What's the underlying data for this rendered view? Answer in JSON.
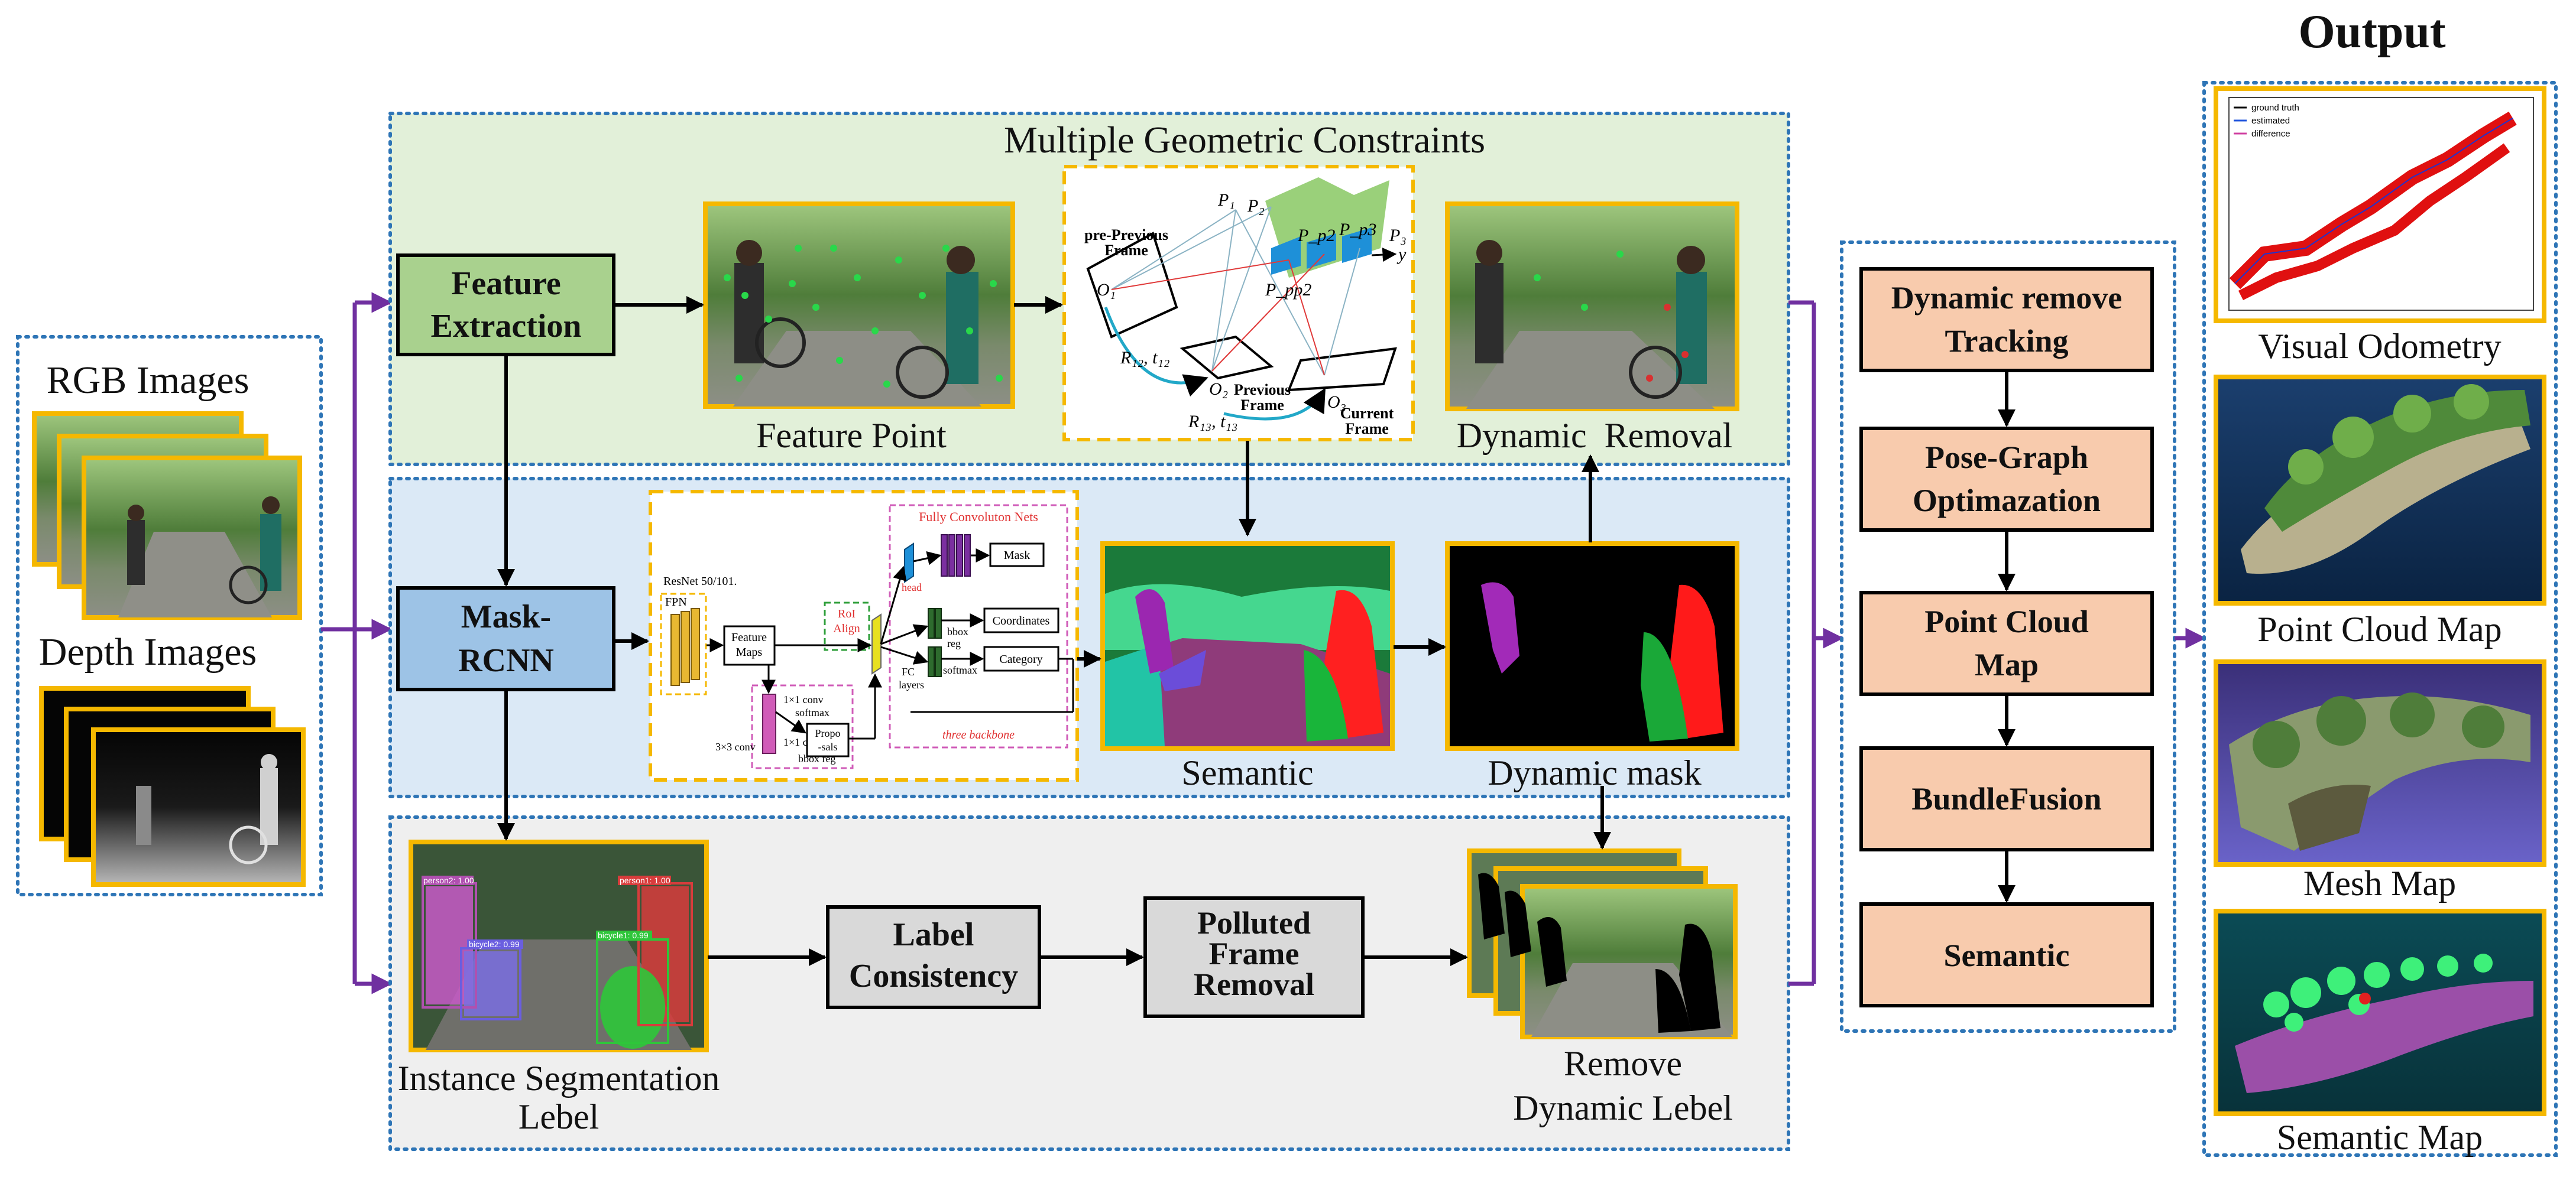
{
  "output_title": "Output",
  "inputs": {
    "rgb_label": "RGB Images",
    "depth_label": "Depth Images"
  },
  "geometric": {
    "title": "Multiple Geometric Constraints",
    "feature_extraction": [
      "Feature",
      "Extraction"
    ],
    "feature_point_label": "Feature Point",
    "dynamic_removal_label": "Dynamic  Removal",
    "diagram": {
      "p1": "P₁",
      "p2": "P₂",
      "pp2": "P_p2",
      "pp3": "P_p3",
      "p3": "P₃",
      "pp2b": "P_pp2",
      "y": "y",
      "o1": "O₁",
      "o2": "O₂",
      "o3": "O₃",
      "pre_previous": [
        "pre-Previous",
        "Frame"
      ],
      "previous": [
        "Previous",
        "Frame"
      ],
      "current": [
        "Current",
        "Frame"
      ],
      "r12": "R₁₂, t₁₂",
      "r13": "R₁₃, t₁₃"
    }
  },
  "semantic_row": {
    "mask_rcnn": [
      "Mask-",
      "RCNN"
    ],
    "semantic_label": "Semantic",
    "dynamic_mask_label": "Dynamic mask",
    "net": {
      "backbone": "ResNet 50/101.",
      "fpn": "FPN",
      "feature_maps": [
        "Feature",
        "Maps"
      ],
      "conv33": "3×3 conv",
      "conv11a": "1×1 conv",
      "softmax_a": "softmax",
      "conv11b": "1×1 conv",
      "proposals": [
        "Propo",
        "-sals"
      ],
      "bbox_reg_a": "bbox reg",
      "roi_align": [
        "RoI",
        "Align"
      ],
      "fcn_title": "Fully Convoluton Nets",
      "head": "head",
      "mask": "Mask",
      "fc_layers": [
        "FC",
        "layers"
      ],
      "bbox_reg_b": [
        "bbox",
        "reg"
      ],
      "softmax_b": "softmax",
      "coordinates": "Coordinates",
      "category": "Category",
      "three_backbone": "three backbone"
    }
  },
  "label_row": {
    "instance_seg_label": [
      "Instance Segmentation",
      "Lebel"
    ],
    "label_consistency": [
      "Label",
      "Consistency"
    ],
    "polluted_removal": [
      "Polluted",
      "Frame",
      "Removal"
    ],
    "remove_dynamic_label": [
      "Remove",
      "Dynamic Lebel"
    ],
    "detections": [
      {
        "text": "person2: 1.00"
      },
      {
        "text": "bicycle2: 0.99"
      },
      {
        "text": "person1: 1.00"
      },
      {
        "text": "bicycle1: 0.99"
      }
    ]
  },
  "pipeline": [
    {
      "lines": [
        "Dynamic remove",
        "Tracking"
      ]
    },
    {
      "lines": [
        "Pose-Graph",
        "Optimazation"
      ]
    },
    {
      "lines": [
        "Point Cloud",
        "Map"
      ]
    },
    {
      "lines": [
        "BundleFusion"
      ]
    },
    {
      "lines": [
        "Semantic"
      ]
    }
  ],
  "outputs": {
    "legend": [
      "ground truth",
      "estimated",
      "difference"
    ],
    "visual_odometry": "Visual Odometry",
    "point_cloud": "Point Cloud Map",
    "mesh": "Mesh Map",
    "semantic_map": "Semantic Map"
  },
  "colors": {
    "green_panel": "#e2f0d9",
    "blue_panel": "#dbe9f6",
    "gray_panel": "#efefef",
    "feature_box": "#a9d18e",
    "mask_box": "#9dc3e6",
    "label_box": "#d9d9d9",
    "pipeline_box": "#f8cbad",
    "dotted_border": "#2e75b6",
    "frame_gold": "#f5b800",
    "arrow_purple": "#7030a0"
  }
}
